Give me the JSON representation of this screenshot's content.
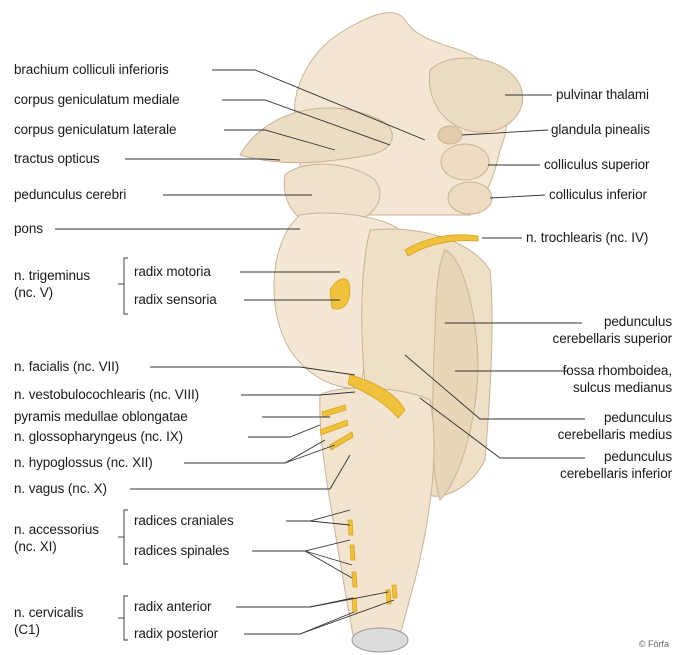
{
  "left_labels": {
    "brachium_colliculi_inferioris": "brachium colliculi inferioris",
    "corpus_geniculatum_mediale": "corpus geniculatum mediale",
    "corpus_geniculatum_laterale": "corpus geniculatum laterale",
    "tractus_opticus": "tractus opticus",
    "pedunculus_cerebri": "pedunculus cerebri",
    "pons": "pons",
    "n_trigeminus_line1": "n. trigeminus",
    "n_trigeminus_line2": "(nc. V)",
    "radix_motoria": "radix motoria",
    "radix_sensoria": "radix sensoria",
    "n_facialis": "n. facialis (nc. VII)",
    "n_vestibulocochlearis": "n. vestobulocochlearis (nc. VIII)",
    "pyramis": "pyramis medullae oblongatae",
    "n_glossopharyngeus": "n. glossopharyngeus (nc. IX)",
    "n_hypoglossus": "n. hypoglossus (nc. XII)",
    "n_vagus": "n. vagus (nc. X)",
    "n_accessorius_line1": "n. accessorius",
    "n_accessorius_line2": "(nc. XI)",
    "radices_craniales": "radices craniales",
    "radices_spinales": "radices spinales",
    "n_cervicalis_line1": "n. cervicalis",
    "n_cervicalis_line2": "(C1)",
    "radix_anterior": "radix anterior",
    "radix_posterior": "radix posterior"
  },
  "right_labels": {
    "pulvinar_thalami": "pulvinar thalami",
    "glandula_pinealis": "glandula pinealis",
    "colliculus_superior": "colliculus superior",
    "colliculus_inferior": "colliculus inferior",
    "n_trochlearis": "n. trochlearis (nc. IV)",
    "ped_cer_sup_line1": "pedunculus",
    "ped_cer_sup_line2": "cerebellaris superior",
    "fossa_line1": "fossa rhomboidea,",
    "fossa_line2": "sulcus medianus",
    "ped_cer_med_line1": "pedunculus",
    "ped_cer_med_line2": "cerebellaris medius",
    "ped_cer_inf_line1": "pedunculus",
    "ped_cer_inf_line2": "cerebellaris inferior"
  },
  "credit": "© Förfa",
  "colors": {
    "tissue": "#f3e6d2",
    "tissue_shade": "#e6d3b7",
    "tissue_outline": "#c9b393",
    "nerve": "#f0c23c",
    "nerve_dark": "#d9a21a",
    "leader": "#333333"
  }
}
